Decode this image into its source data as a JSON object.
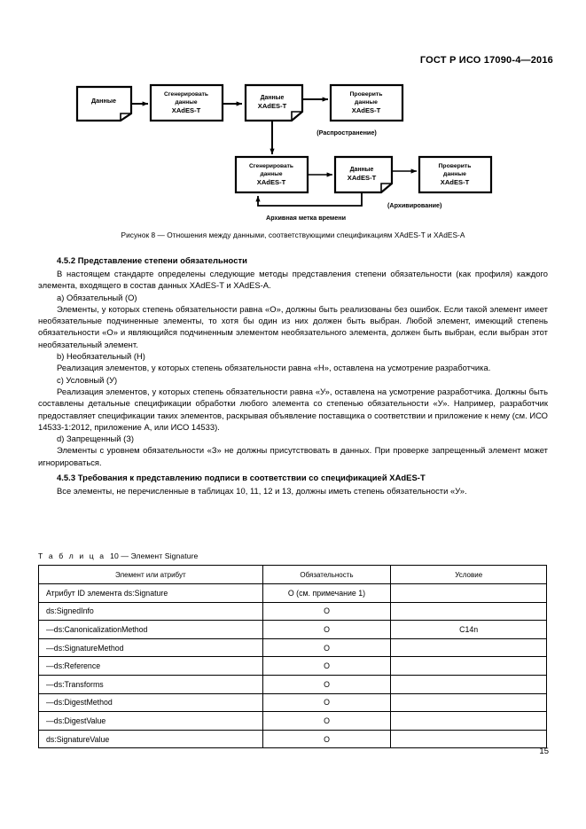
{
  "header": {
    "standard_id": "ГОСТ Р ИСО 17090-4—2016"
  },
  "figure": {
    "caption": "Рисунок 8 — Отношения между данными, соответствующими спецификациям XAdES-T и XAdES-A",
    "boxes": {
      "r1b1": "Данные",
      "r1b2_l1": "Сгенерировать",
      "r1b2_l2": "данные",
      "r1b2_l3": "XAdES-T",
      "r1b3_l1": "Данные",
      "r1b3_l2": "XAdES-T",
      "r1b4_l1": "Проверить",
      "r1b4_l2": "данные",
      "r1b4_l3": "XAdES-T",
      "r2b1_l1": "Сгенерировать",
      "r2b1_l2": "данные",
      "r2b1_l3": "XAdES-T",
      "r2b2_l1": "Данные",
      "r2b2_l2": "XAdES-T",
      "r2b3_l1": "Проверить",
      "r2b3_l2": "данные",
      "r2b3_l3": "XAdES-T"
    },
    "labels": {
      "distribution": "(Распространение)",
      "archiving": "(Архивирование)",
      "archive_timestamp": "Архивная метка времени"
    }
  },
  "sections": {
    "s452": {
      "heading": "4.5.2  Представление степени обязательности",
      "intro": "В настоящем стандарте определены следующие методы представления степени обязательности (как профиля) каждого элемента, входящего в состав данных XAdES-T и XAdES-A.",
      "item_a_title": "a) Обязательный (О)",
      "item_a_text": "Элементы, у которых степень обязательности равна «О», должны быть реализованы без ошибок. Если такой элемент имеет необязательные подчиненные элементы, то хотя бы один из них должен быть выбран. Любой элемент, имеющий степень обязательности «О» и являющийся подчиненным элементом необязательного элемента, должен быть выбран, если выбран этот необязательный элемент.",
      "item_b_title": "b) Необязательный (Н)",
      "item_b_text": "Реализация элементов, у которых степень обязательности равна «Н», оставлена на усмотрение разработчика.",
      "item_c_title": "c) Условный (У)",
      "item_c_text": "Реализация элементов, у которых степень обязательности равна «У», оставлена на усмотрение разработчика. Должны быть составлены детальные спецификации обработки любого элемента со степенью обязательности «У». Например, разработчик предоставляет спецификации таких элементов, раскрывая объявление поставщика о соответствии и приложение к нему (см. ИСО 14533-1:2012, приложение А, или ИСО 14533).",
      "item_d_title": "d) Запрещенный (З)",
      "item_d_text": "Элементы с уровнем обязательности «З» не должны присутствовать в данных. При проверке запрещенный элемент может игнорироваться."
    },
    "s453": {
      "heading": "4.5.3  Требования к представлению подписи в соответствии со спецификацией XAdES-T",
      "text": "Все элементы, не перечисленные в таблицах 10, 11, 12 и 13, должны иметь степень обязательности «У»."
    }
  },
  "table": {
    "title_prefix": "Т а б л и ц а",
    "title_rest": "10 — Элемент Signature",
    "columns": [
      "Элемент или атрибут",
      "Обязательность",
      "Условие"
    ],
    "rows": [
      {
        "element": "Атрибут ID элемента ds:Signature",
        "obligation": "О (см. примечание 1)",
        "condition": ""
      },
      {
        "element": "ds:SignedInfo",
        "obligation": "О",
        "condition": ""
      },
      {
        "element": "—ds:CanonicalizationMethod",
        "obligation": "О",
        "condition": "C14n"
      },
      {
        "element": "—ds:SignatureMethod",
        "obligation": "О",
        "condition": ""
      },
      {
        "element": "—ds:Reference",
        "obligation": "О",
        "condition": ""
      },
      {
        "element": "—ds:Transforms",
        "obligation": "О",
        "condition": ""
      },
      {
        "element": "—ds:DigestMethod",
        "obligation": "О",
        "condition": ""
      },
      {
        "element": "—ds:DigestValue",
        "obligation": "О",
        "condition": ""
      },
      {
        "element": "ds:SignatureValue",
        "obligation": "О",
        "condition": ""
      }
    ]
  },
  "footer": {
    "page_number": "15"
  }
}
